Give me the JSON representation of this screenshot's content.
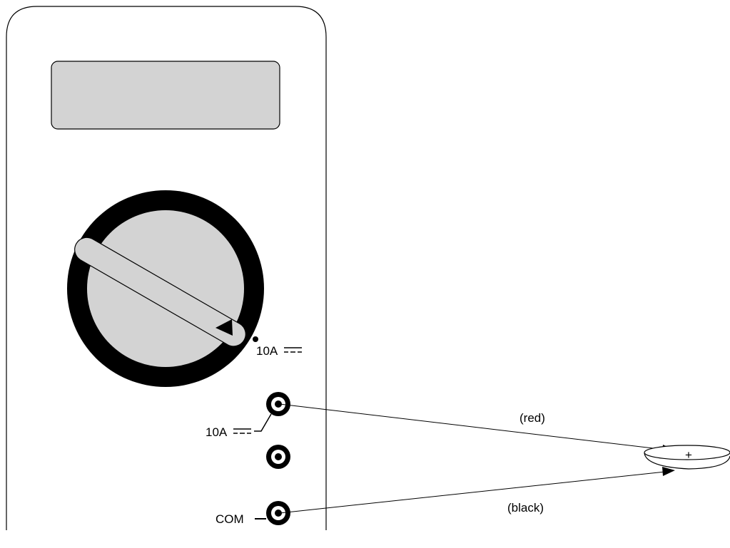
{
  "selector_position_label": "10A",
  "jack_10a_label": "10A",
  "jack_com_label": "COM",
  "red_lead_label": "(red)",
  "black_lead_label": "(black)",
  "battery_terminal_label": "+",
  "colors": {
    "display": "#d3d3d3",
    "dial_ring": "#000000",
    "dial_face": "#d3d3d3",
    "outline": "#000000"
  }
}
